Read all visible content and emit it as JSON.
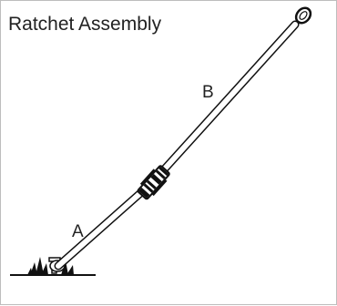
{
  "title": "Ratchet Assembly",
  "labels": {
    "upper": "B",
    "lower": "A"
  }
}
